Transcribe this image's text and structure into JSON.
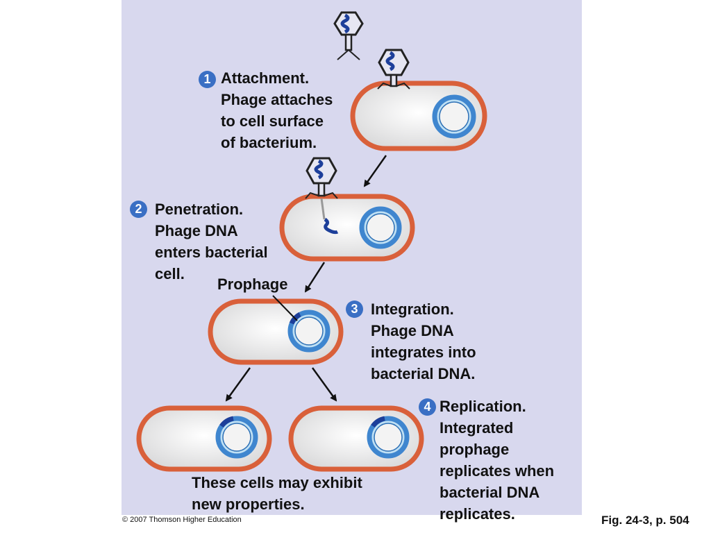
{
  "steps": [
    {
      "number": "1",
      "title": "Attachment.",
      "body": "Phage attaches\nto cell surface\nof bacterium."
    },
    {
      "number": "2",
      "title": "Penetration.",
      "body": "Phage DNA\nenters bacterial\ncell."
    },
    {
      "number": "3",
      "title": "Integration.",
      "body": "Phage DNA\nintegrates into\nbacterial DNA."
    },
    {
      "number": "4",
      "title": "Replication.",
      "body": "Integrated\nprophage\nreplicates when\nbacterial DNA\nreplicates."
    }
  ],
  "labels": {
    "prophage": "Prophage",
    "new_properties": "These cells may exhibit\nnew properties."
  },
  "footer": {
    "copyright": "© 2007 Thomson Higher Education",
    "figure_ref": "Fig. 24-3, p. 504"
  },
  "colors": {
    "panel": "#d8d8ee",
    "cell_wall": "#d9603a",
    "cell_fill": "#ecebeb",
    "dna_ring": "#3f86cf",
    "dna_ring_light": "#bfe0f4",
    "phage_dna": "#1d3f9a",
    "badge": "#3a6fc4"
  }
}
